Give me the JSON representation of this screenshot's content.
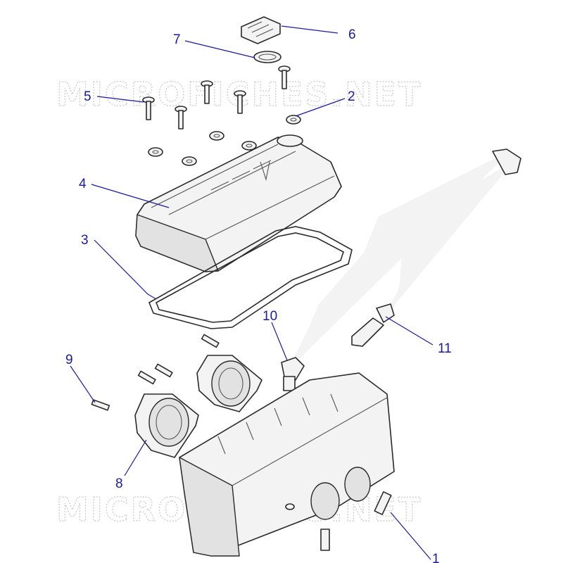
{
  "watermark": "MICROFICHES.NET",
  "callouts": [
    {
      "id": "1",
      "label": "1"
    },
    {
      "id": "2",
      "label": "2"
    },
    {
      "id": "3",
      "label": "3"
    },
    {
      "id": "4",
      "label": "4"
    },
    {
      "id": "5",
      "label": "5"
    },
    {
      "id": "6",
      "label": "6"
    },
    {
      "id": "7",
      "label": "7"
    },
    {
      "id": "8",
      "label": "8"
    },
    {
      "id": "9",
      "label": "9"
    },
    {
      "id": "10",
      "label": "10"
    },
    {
      "id": "11",
      "label": "11"
    }
  ],
  "colors": {
    "callout": "#1a1aa0",
    "outline": "#2a2a2a",
    "watermark": "#cfcfcf"
  }
}
